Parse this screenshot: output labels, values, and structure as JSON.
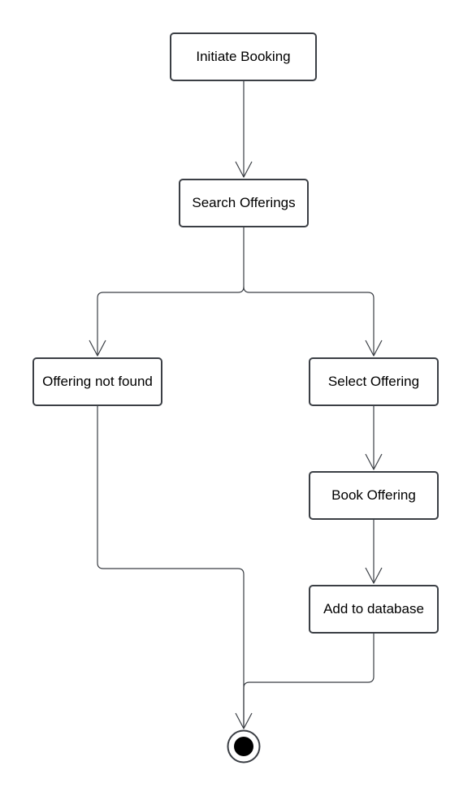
{
  "diagram": {
    "type": "activity-diagram",
    "nodes": {
      "initiate_booking": "Initiate Booking",
      "search_offerings": "Search Offerings",
      "offering_not_found": "Offering not found",
      "select_offering": "Select Offering",
      "book_offering": "Book Offering",
      "add_to_database": "Add to database"
    },
    "edges": [
      {
        "from": "initiate_booking",
        "to": "search_offerings"
      },
      {
        "from": "search_offerings",
        "to": "offering_not_found"
      },
      {
        "from": "search_offerings",
        "to": "select_offering"
      },
      {
        "from": "select_offering",
        "to": "book_offering"
      },
      {
        "from": "book_offering",
        "to": "add_to_database"
      },
      {
        "from": "offering_not_found",
        "to": "final_node"
      },
      {
        "from": "add_to_database",
        "to": "final_node"
      }
    ],
    "final_node": "activity-final",
    "colors": {
      "stroke": "#3b3f45",
      "box_fill": "#ffffff",
      "text": "#000000",
      "final_fill": "#000000"
    }
  }
}
